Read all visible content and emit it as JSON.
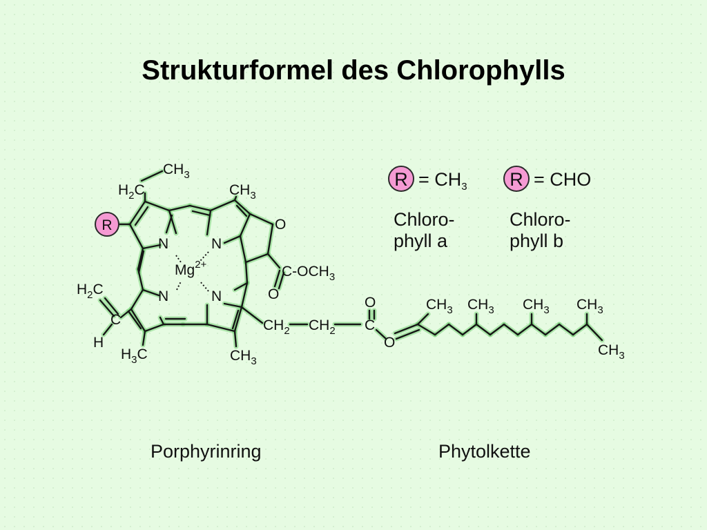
{
  "title": "Strukturformel des Chlorophylls",
  "atoms": {
    "mg": "Mg",
    "mg_charge": "2+",
    "n": "N",
    "o": "O",
    "c": "C",
    "h": "H",
    "r": "R",
    "ch": "CH",
    "h2c": "H",
    "h3c": "H",
    "ch2": "CH",
    "och3": "C-OCH",
    "sub2": "2",
    "sub3": "3",
    "c_after": "C",
    "dash": "-"
  },
  "legend": {
    "a": {
      "r_label": "R",
      "formula": "= CH",
      "formula_sub": "3",
      "line1": "Chloro-",
      "line2": "phyll  a"
    },
    "b": {
      "r_label": "R",
      "formula": "= CHO",
      "line1": "Chloro-",
      "line2": "phyll  b"
    }
  },
  "captions": {
    "porphyrin": "Porphyrinring",
    "phytol": "Phytolkette"
  },
  "colors": {
    "background": "#e6fbe2",
    "r_circle": "#f59ad3",
    "bond_halo": "#7ad47a"
  }
}
